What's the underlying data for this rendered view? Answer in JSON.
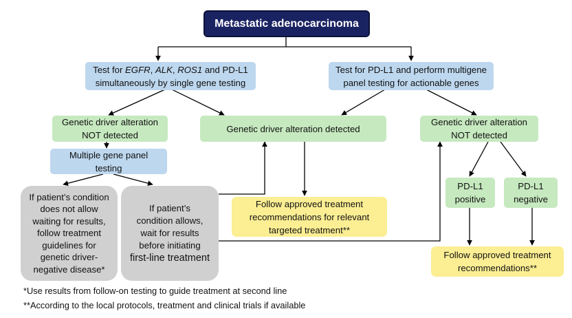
{
  "title": "Metastatic adenocarcinoma",
  "left_test": {
    "prefix": "Test for ",
    "gene1": "EGFR",
    "sep1": ", ",
    "gene2": "ALK",
    "sep2": ", ",
    "gene3": "ROS1",
    "rest": " and PD-L1",
    "line2": "simultaneously by single gene testing"
  },
  "right_test": "Test for PD-L1 and perform multigene\npanel testing for actionable genes",
  "not_detected_left": "Genetic driver alteration\nNOT detected",
  "detected_center": "Genetic driver alteration detected",
  "not_detected_right": "Genetic driver alteration\nNOT detected",
  "multi_gene_panel": "Multiple gene panel\ntesting",
  "grey_left": "If patient’s condition\ndoes not allow\nwaiting for results,\nfollow treatment\nguidelines for\ngenetic driver-\nnegative disease*",
  "grey_right": {
    "text": "If patient’s\ncondition allows,\nwait for results\nbefore initiating",
    "emph": "first-line treatment"
  },
  "follow_targeted": "Follow approved treatment\nrecommendations for relevant\ntargeted treatment**",
  "pdl1_positive": "PD-L1\npositive",
  "pdl1_negative": "PD-L1\nnegative",
  "follow_right": "Follow approved treatment\nrecommendations**",
  "footnote1": "*Use results from follow-on testing to guide treatment at second line",
  "footnote2": "**According to the local protocols, treatment and clinical trials if available"
}
